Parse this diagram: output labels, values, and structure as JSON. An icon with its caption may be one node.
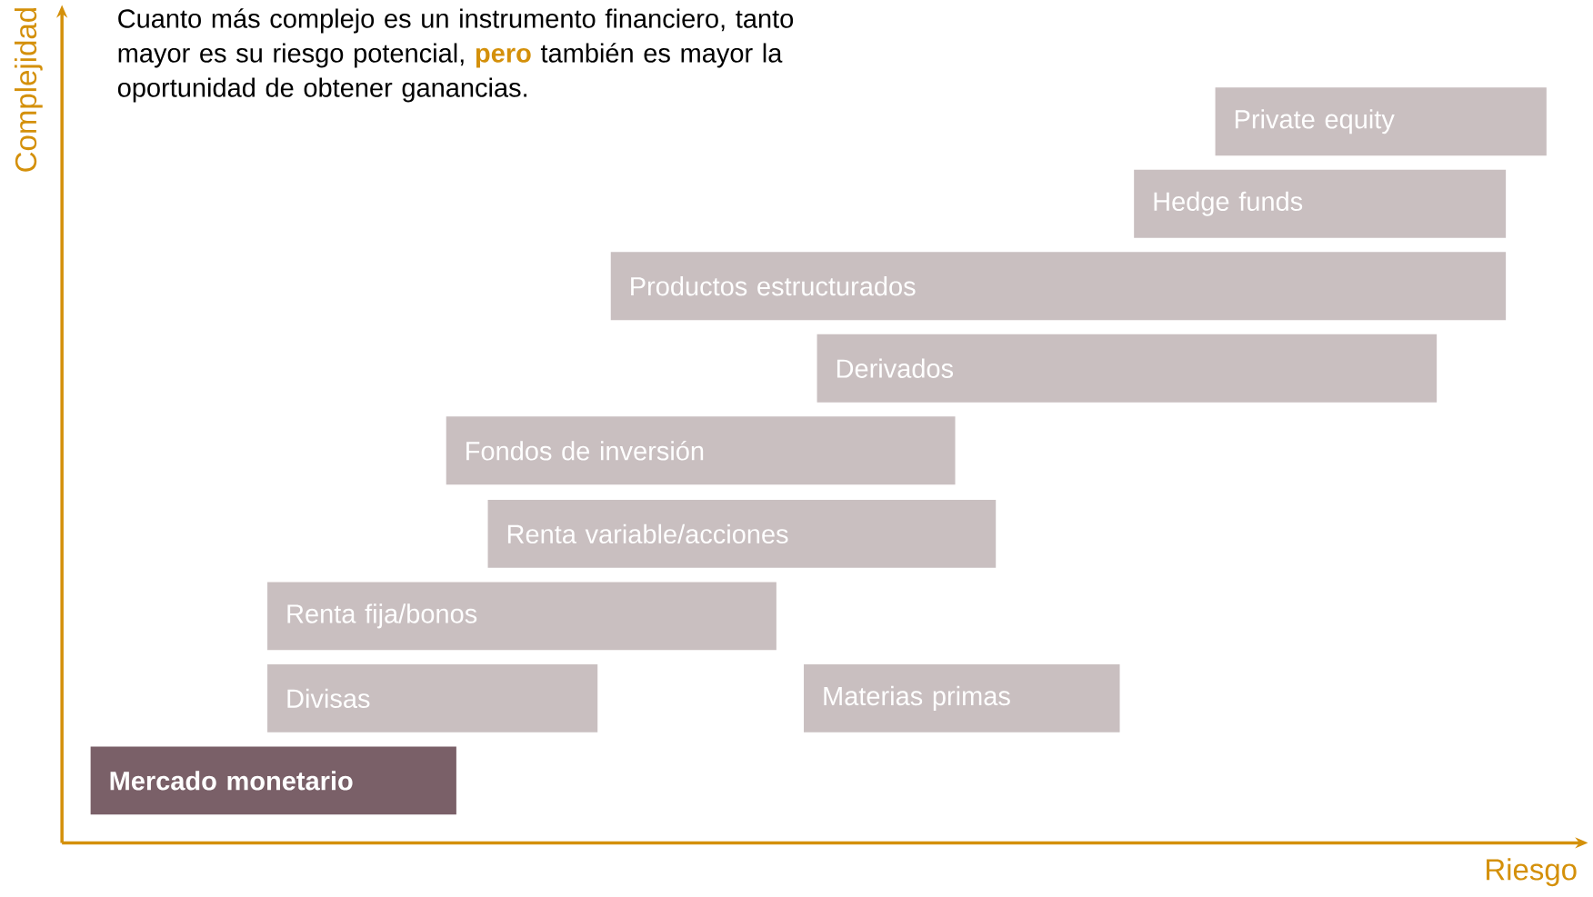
{
  "diagram": {
    "title": "Cuanto más complejo es un instrumento financiero, tanto mayor es su riesgo potencial, **pero** también es mayor la oportunidad de obtener ganancias.",
    "nodes": [
      {
        "text": [
          "Private equity"
        ]
      },
      {
        "text": [
          "Hedge funds"
        ]
      },
      {
        "text": [
          "Productos estructurados"
        ]
      },
      {
        "text": [
          "Derivados"
        ]
      },
      {
        "text": [
          "Fondos de inversión"
        ]
      },
      {
        "text": [
          "Renta variable/acciones"
        ]
      },
      {
        "text": [
          "Renta fija/bonos"
        ]
      },
      {
        "text": [
          "Divisas"
        ]
      },
      {
        "text": [
          "Materias primas"
        ]
      },
      {
        "text": [
          "Mercado monetario"
        ]
      }
    ],
    "labels": [
      "Complejidad",
      "Riesgo"
    ]
  }
}
